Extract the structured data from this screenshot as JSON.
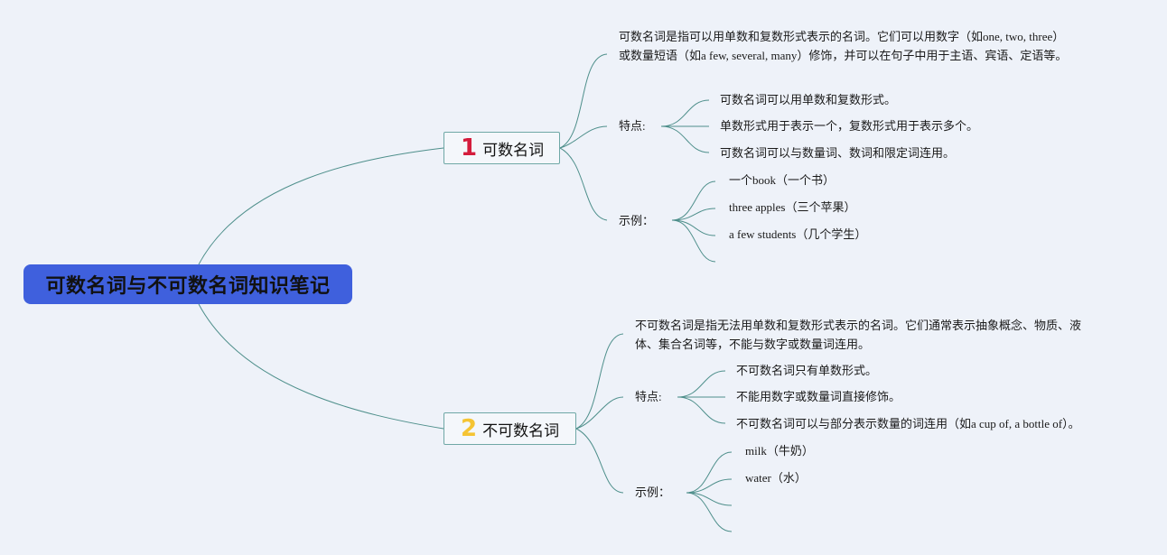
{
  "root": {
    "title": "可数名词与不可数名词知识笔记"
  },
  "countable": {
    "number": "1",
    "title": "可数名词",
    "definition": "可数名词是指可以用单数和复数形式表示的名词。它们可以用数字（如one, two, three）或数量短语（如a few, several, many）修饰，并可以在句子中用于主语、宾语、定语等。",
    "features_label": "特点:",
    "features": [
      "可数名词可以用单数和复数形式。",
      "单数形式用于表示一个，复数形式用于表示多个。",
      "可数名词可以与数量词、数词和限定词连用。"
    ],
    "examples_label": "示例：",
    "examples": [
      "一个book（一个书）",
      "three apples（三个苹果）",
      "a few students（几个学生）"
    ]
  },
  "uncountable": {
    "number": "2",
    "title": "不可数名词",
    "definition": "不可数名词是指无法用单数和复数形式表示的名词。它们通常表示抽象概念、物质、液体、集合名词等，不能与数字或数量词连用。",
    "features_label": "特点:",
    "features": [
      "不可数名词只有单数形式。",
      "不能用数字或数量词直接修饰。",
      "不可数名词可以与部分表示数量的词连用（如a cup of, a bottle of）。"
    ],
    "examples_label": "示例：",
    "examples": [
      "milk（牛奶）",
      "water（水）"
    ]
  }
}
